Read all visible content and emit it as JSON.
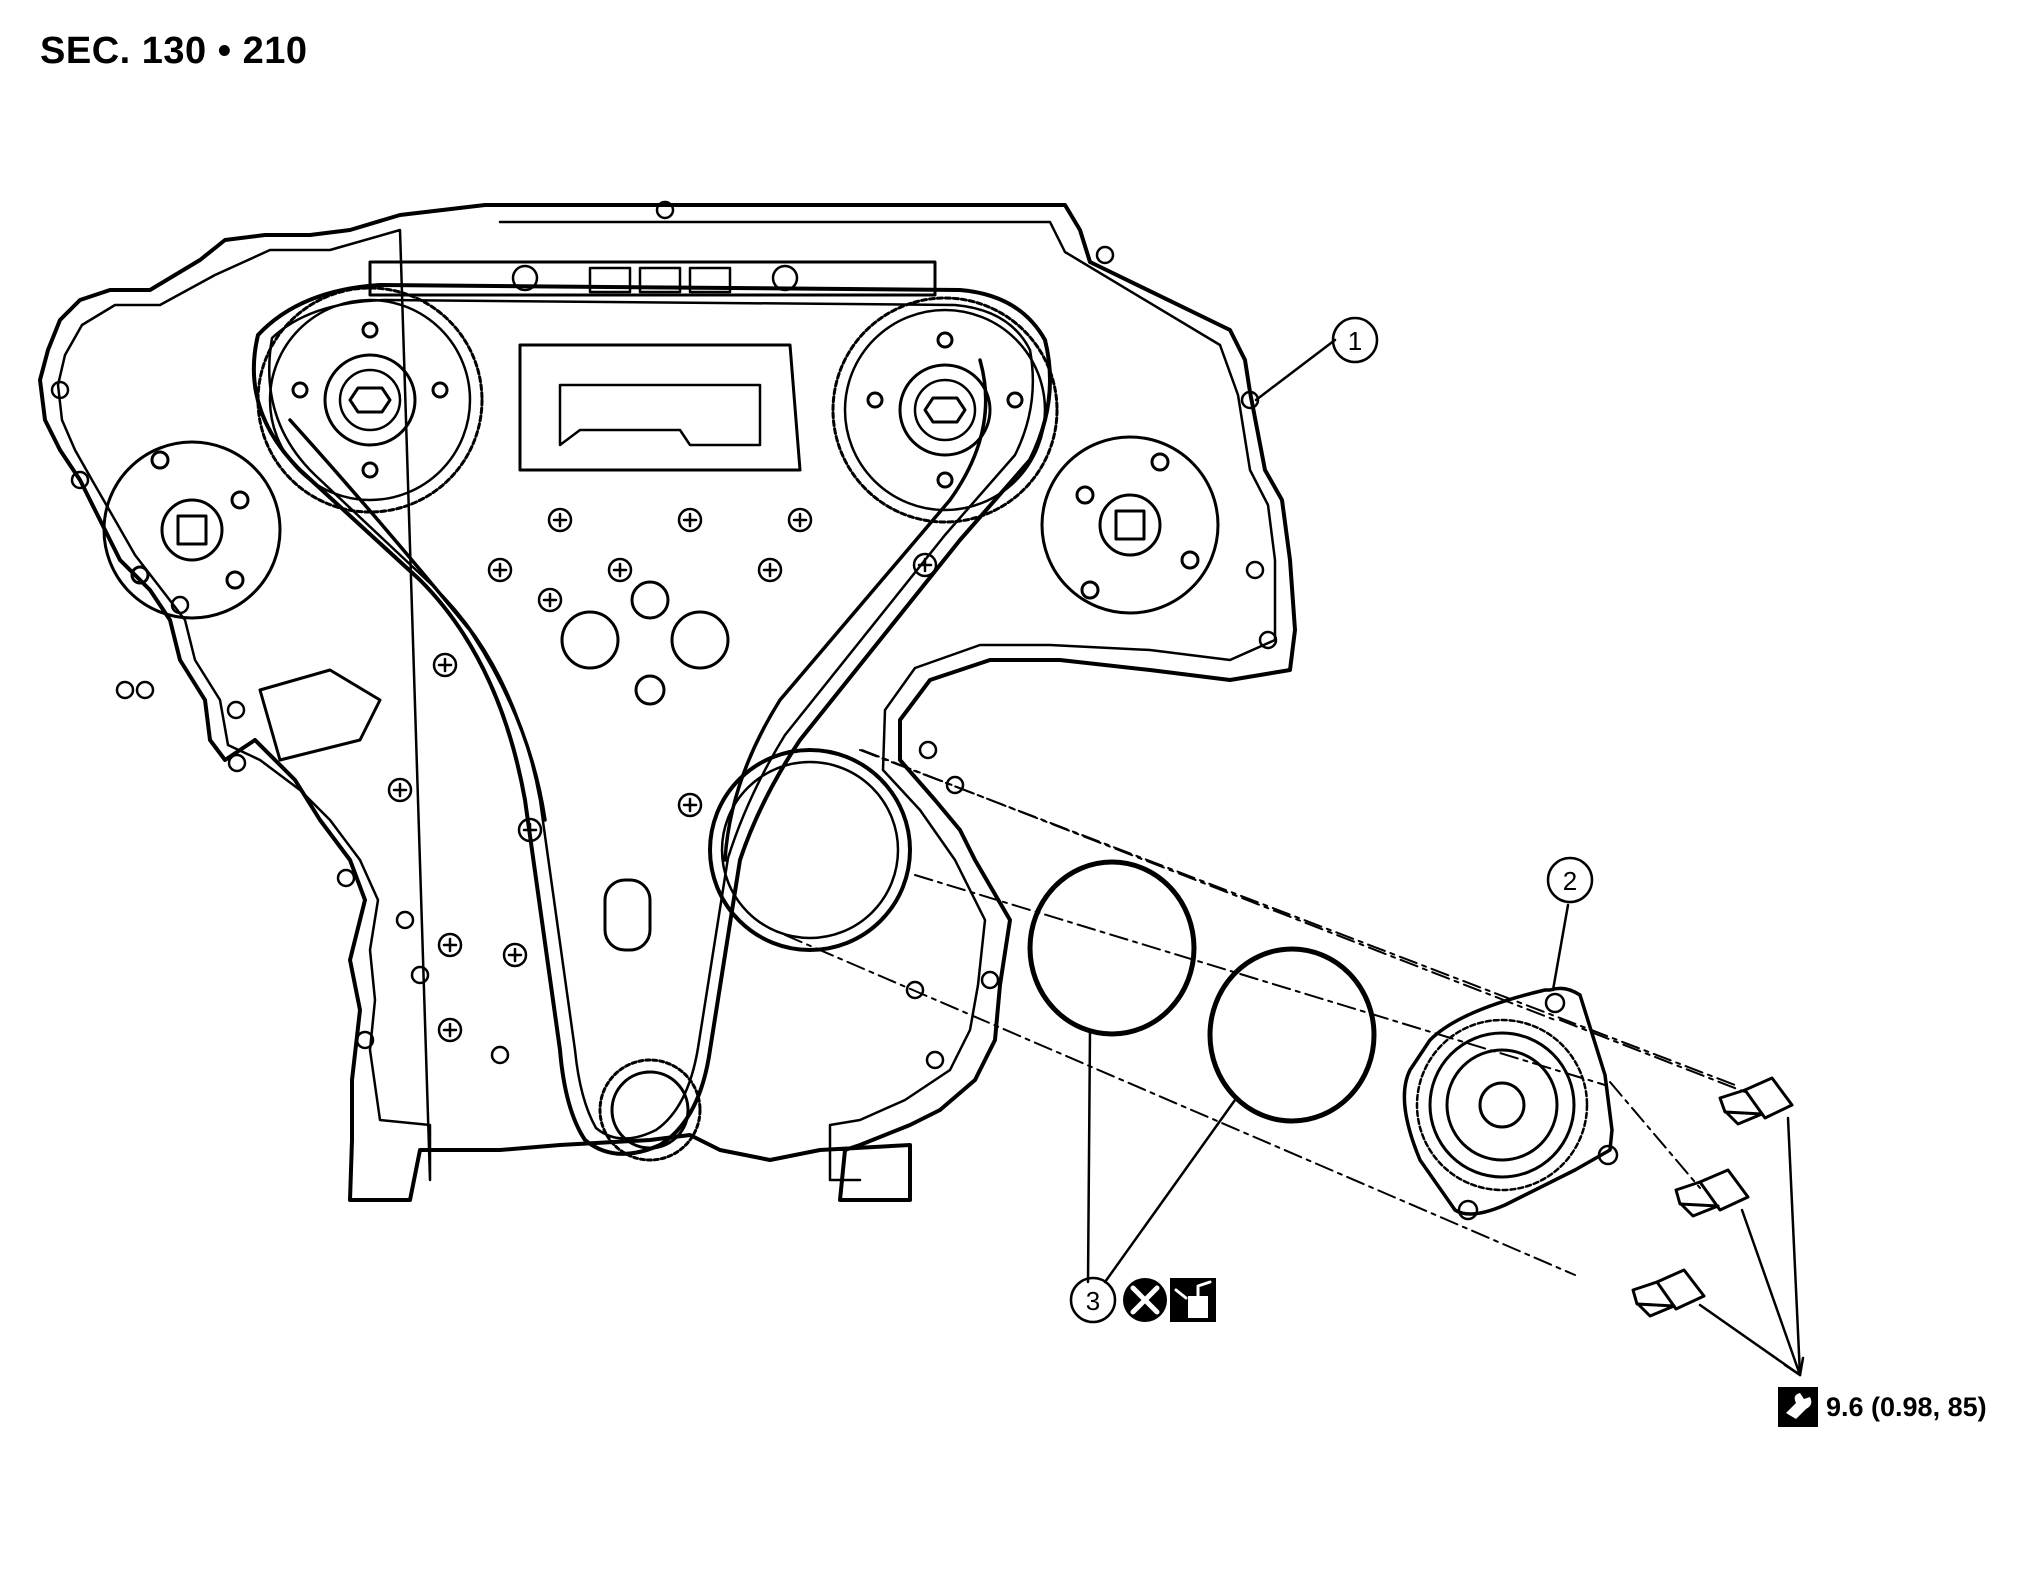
{
  "section_title": "SEC. 130 • 210",
  "callouts": [
    {
      "id": "callout-1",
      "number": "1"
    },
    {
      "id": "callout-2",
      "number": "2"
    },
    {
      "id": "callout-3",
      "number": "3"
    }
  ],
  "symbols": {
    "do_not_reuse": "do-not-reuse-icon",
    "apply_oil": "engine-oil-icon",
    "torque": "torque-wrench-icon"
  },
  "torque_spec": "9.6 (0.98, 85)",
  "colors": {
    "line": "#000000",
    "background": "#ffffff"
  }
}
